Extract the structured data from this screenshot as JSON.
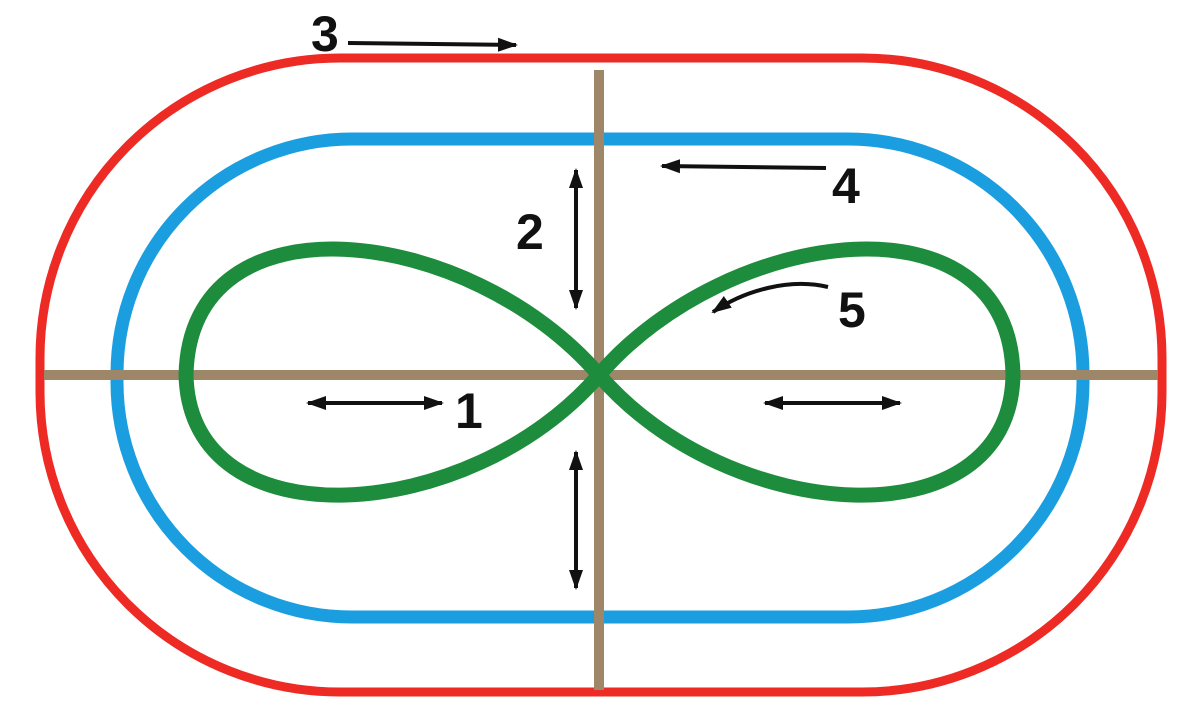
{
  "colors": {
    "background": "#ffffff",
    "outer_track": "#ee2a24",
    "middle_track": "#1b9ee0",
    "figure_eight": "#1d8c3c",
    "cross_lines": "#9e8669",
    "arrows_and_labels": "#111111"
  },
  "labels": {
    "horizontal_motion": "1",
    "vertical_motion": "2",
    "outer_loop": "3",
    "middle_loop": "4",
    "figure_eight": "5"
  }
}
